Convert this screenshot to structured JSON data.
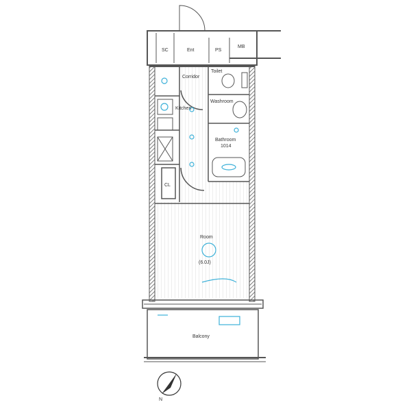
{
  "plan": {
    "rooms": {
      "sc": "SC",
      "entrance": "Ent",
      "ps": "PS",
      "mb": "MB",
      "toilet": "Toilet",
      "corridor": "Corridor",
      "kitchen": "Kitchen",
      "washroom": "Washroom",
      "bathroom": "Bathroom",
      "bathroom_size": "1014",
      "closet": "CL",
      "room": "Room",
      "room_size": "(6.0J)",
      "balcony": "Balcony"
    },
    "compass": "N",
    "colors": {
      "wall": "#555555",
      "fixtures": "#3bb0d8",
      "floor_lines": "#cfcfcf"
    }
  }
}
